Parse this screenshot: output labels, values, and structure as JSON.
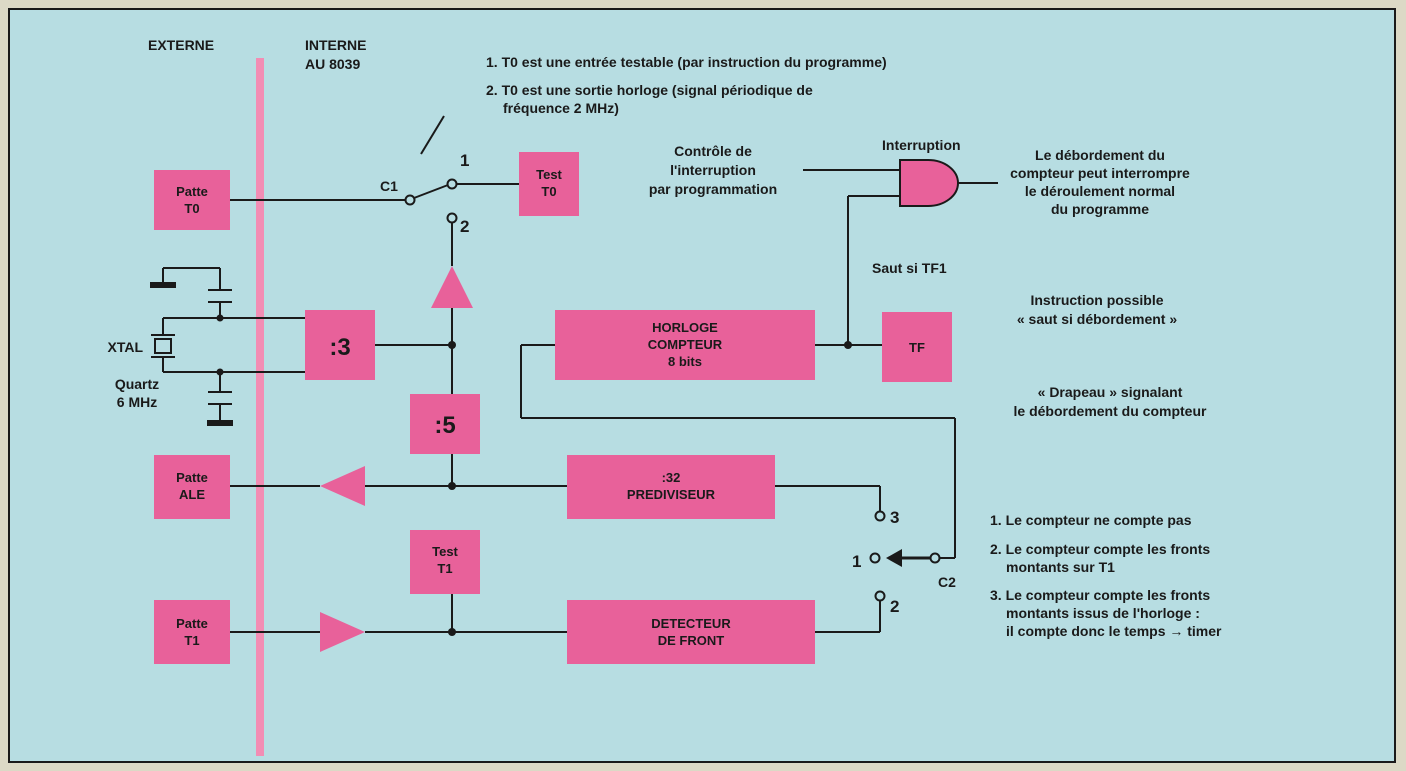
{
  "colors": {
    "background": "#b7dde2",
    "block": "#e8619a",
    "rail": "#f28db4",
    "line": "#1a1a1a",
    "paper": "#dcd9c6"
  },
  "labels": {
    "externe": "EXTERNE",
    "interne_1": "INTERNE",
    "interne_2": "AU 8039",
    "note_t0_1": "1. T0 est une entrée testable (par instruction du programme)",
    "note_t0_2a": "2. T0 est une sortie horloge (signal périodique de",
    "note_t0_2b": "fréquence 2 MHz)",
    "c1": "C1",
    "sw1_pos1": "1",
    "sw1_pos2": "2",
    "ctrl_1": "Contrôle de",
    "ctrl_2": "l'interruption",
    "ctrl_3": "par programmation",
    "interruption": "Interruption",
    "deb_1": "Le débordement du",
    "deb_2": "compteur peut interrompre",
    "deb_3": "le déroulement normal",
    "deb_4": "du programme",
    "saut_tf1": "Saut si TF1",
    "instr_1": "Instruction possible",
    "instr_2": "« saut si débordement »",
    "drap_1": "« Drapeau » signalant",
    "drap_2": "le débordement du compteur",
    "xtal": "XTAL",
    "quartz_1": "Quartz",
    "quartz_2": "6 MHz",
    "c2": "C2",
    "sw2_pos1": "1",
    "sw2_pos2": "2",
    "sw2_pos3": "3",
    "legend_1": "1. Le compteur ne compte pas",
    "legend_2a": "2. Le compteur compte les fronts",
    "legend_2b": "montants sur T1",
    "legend_3a": "3. Le compteur compte les fronts",
    "legend_3b": "montants issus de l'horloge :",
    "legend_3c": "il compte donc le temps → timer"
  },
  "blocks": {
    "patte_t0": [
      "Patte",
      "T0"
    ],
    "test_t0": [
      "Test",
      "T0"
    ],
    "div3": [
      ":3"
    ],
    "div5": [
      ":5"
    ],
    "patte_ale": [
      "Patte",
      "ALE"
    ],
    "prediv": [
      ":32",
      "PREDIVISEUR"
    ],
    "horloge": [
      "HORLOGE",
      "COMPTEUR",
      "8 bits"
    ],
    "tf": [
      "TF"
    ],
    "test_t1": [
      "Test",
      "T1"
    ],
    "patte_t1": [
      "Patte",
      "T1"
    ],
    "detecteur": [
      "DETECTEUR",
      "DE FRONT"
    ]
  }
}
